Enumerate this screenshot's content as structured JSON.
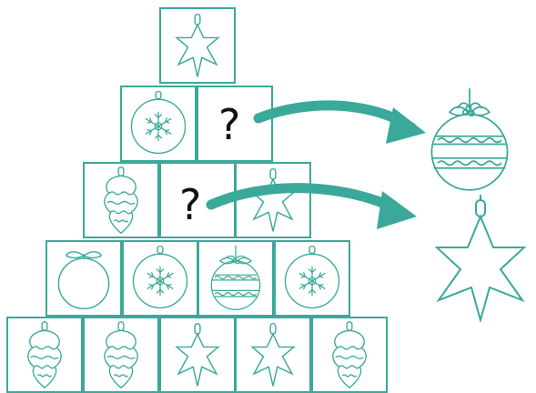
{
  "colors": {
    "line": "#3aa99a",
    "arrow": "#3aa99a",
    "question": "#111111"
  },
  "question_mark": "?",
  "pyramid_rows": [
    [
      "star-ornament"
    ],
    [
      "snowflake-bauble",
      "question"
    ],
    [
      "drop-ornament",
      "question",
      "star-ornament"
    ],
    [
      "orange",
      "snowflake-bauble",
      "striped-bauble",
      "snowflake-bauble"
    ],
    [
      "drop-ornament",
      "drop-ornament",
      "star-ornament",
      "star-ornament",
      "drop-ornament"
    ]
  ],
  "answers": [
    "striped-bauble",
    "star-ornament"
  ]
}
